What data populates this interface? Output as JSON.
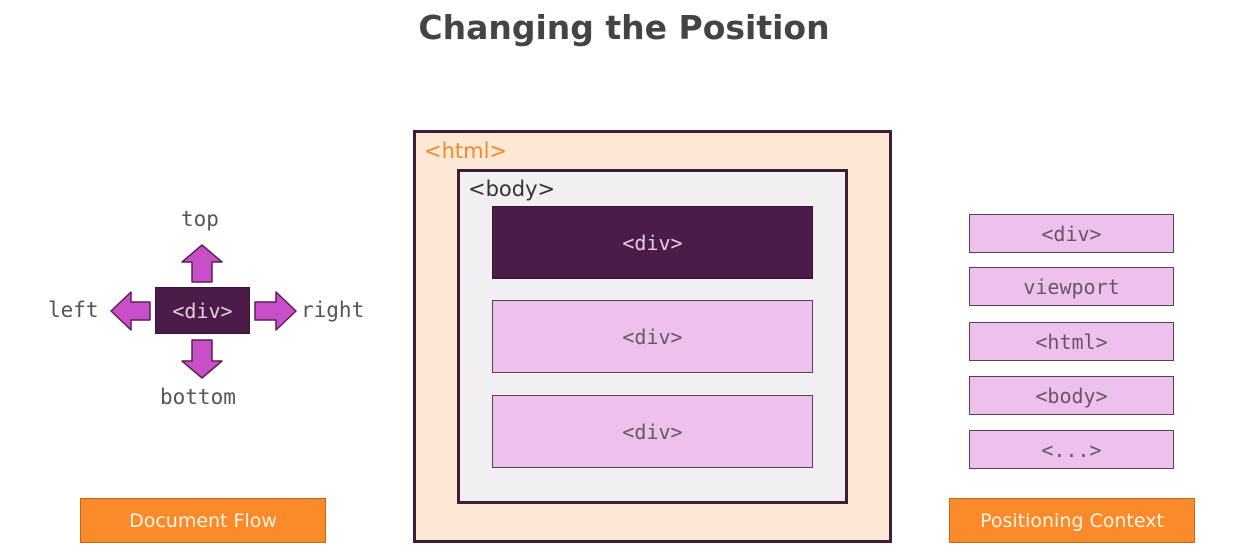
{
  "title": "Changing the Position",
  "document_flow": {
    "center_label": "<div>",
    "directions": {
      "top": "top",
      "left": "left",
      "right": "right",
      "bottom": "bottom"
    },
    "button_label": "Document Flow"
  },
  "nesting": {
    "html_label": "<html>",
    "body_label": "<body>",
    "divs": [
      "<div>",
      "<div>",
      "<div>"
    ]
  },
  "positioning_context": {
    "items": [
      "<div>",
      "viewport",
      "<html>",
      "<body>",
      "<...>"
    ],
    "button_label": "Positioning Context"
  },
  "colors": {
    "dark_purple": "#4b1c47",
    "light_pink": "#eec0ec",
    "orange": "#fb8a2a",
    "peach": "#fde8d6",
    "arrow": "#c94fc9"
  }
}
